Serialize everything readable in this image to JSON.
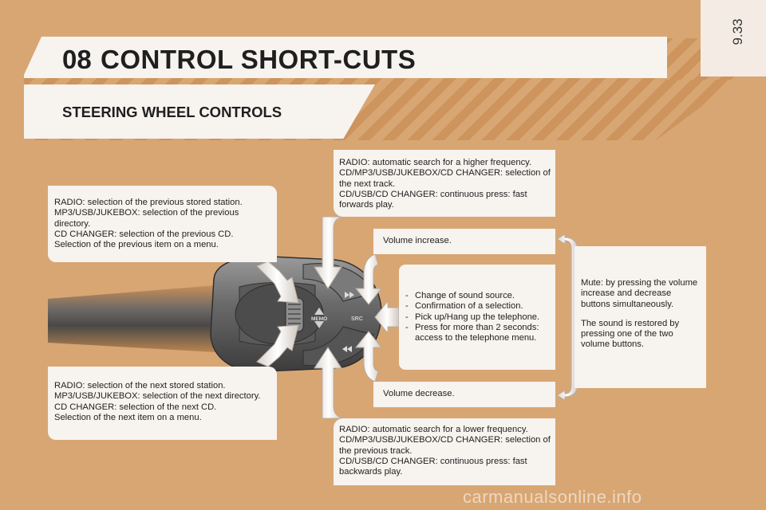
{
  "page": {
    "number": "9.33",
    "chapter": "08",
    "title": "CONTROL SHORT-CUTS",
    "subtitle": "STEERING WHEEL CONTROLS",
    "watermark": "carmanualsonline.info"
  },
  "callouts": {
    "scroll_up": "RADIO: selection of the previous stored station.\nMP3/USB/JUKEBOX: selection of the previous directory.\nCD CHANGER: selection of the previous CD.\nSelection of the previous item on a menu.",
    "scroll_down": "RADIO: selection of the next stored station.\nMP3/USB/JUKEBOX: selection of the next directory.\nCD CHANGER: selection of the next CD.\nSelection of the next item on a menu.",
    "seek_up": "RADIO: automatic search for a higher frequency.\nCD/MP3/USB/JUKEBOX/CD CHANGER: selection of the next track.\nCD/USB/CD CHANGER: continuous press: fast forwards play.",
    "seek_down": "RADIO: automatic search for a lower frequency.\nCD/MP3/USB/JUKEBOX/CD CHANGER: selection of the previous track.\nCD/USB/CD CHANGER: continuous press: fast backwards play.",
    "volume_up": "Volume increase.",
    "volume_down": "Volume decrease.",
    "src": [
      "Change of sound source.",
      "Confirmation of a selection.",
      "Pick up/Hang up the telephone.",
      "Press for more than 2 seconds: access to the telephone menu."
    ],
    "mute": [
      "Mute: by pressing the volume increase and decrease buttons simultaneously.",
      "The sound is restored by pressing one of the two volume buttons."
    ]
  },
  "colors": {
    "background": "#d8a673",
    "panel": "#f7f3ef",
    "text": "#1f1f1f"
  }
}
